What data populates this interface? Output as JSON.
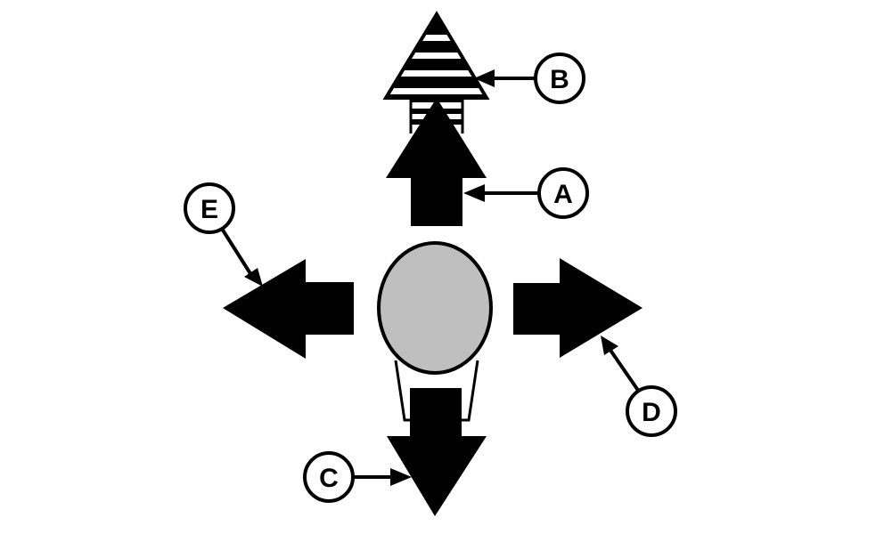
{
  "diagram": {
    "colors": {
      "ink": "#000000",
      "background": "#ffffff",
      "knob_fill": "#bfbfbf"
    },
    "callouts": {
      "a": "A",
      "b": "B",
      "c": "C",
      "d": "D",
      "e": "E"
    }
  }
}
